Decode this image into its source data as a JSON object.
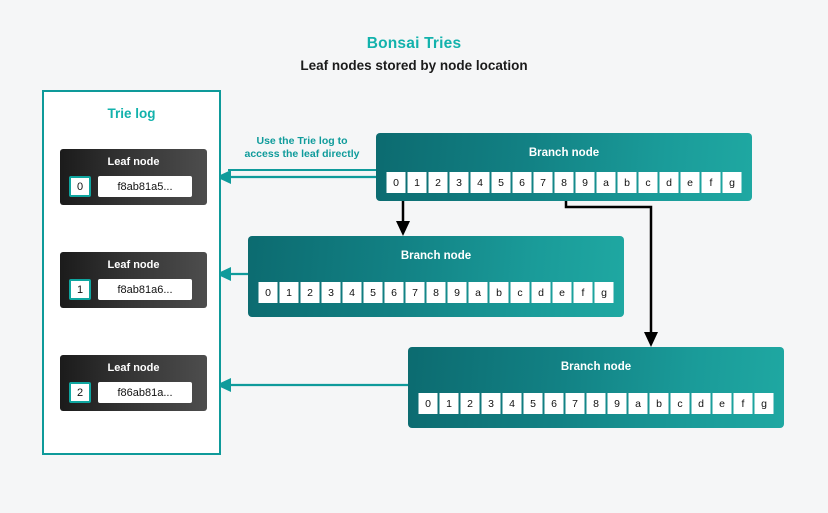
{
  "header": {
    "title": "Bonsai Tries",
    "subtitle": "Leaf nodes stored by node location"
  },
  "colors": {
    "accent_teal": "#12b2ac",
    "branch_teal_dark": "#0c6b70",
    "branch_teal_light": "#1fa8a2",
    "leaf_dark": "#1b1b1b",
    "background": "#f5f6f7",
    "arrow_black": "#000000"
  },
  "trie_log": {
    "title": "Trie log",
    "leaf_nodes": [
      {
        "label": "Leaf node",
        "index": "0",
        "hash": "f8ab81a5..."
      },
      {
        "label": "Leaf node",
        "index": "1",
        "hash": "f8ab81a6..."
      },
      {
        "label": "Leaf node",
        "index": "2",
        "hash": "f86ab81a..."
      }
    ]
  },
  "annotation": {
    "line1": "Use the Trie log to",
    "line2": "access the leaf directly"
  },
  "branch_nodes": [
    {
      "label": "Branch node",
      "cells": [
        "0",
        "1",
        "2",
        "3",
        "4",
        "5",
        "6",
        "7",
        "8",
        "9",
        "a",
        "b",
        "c",
        "d",
        "e",
        "f",
        "g"
      ]
    },
    {
      "label": "Branch node",
      "cells": [
        "0",
        "1",
        "2",
        "3",
        "4",
        "5",
        "6",
        "7",
        "8",
        "9",
        "a",
        "b",
        "c",
        "d",
        "e",
        "f",
        "g"
      ]
    },
    {
      "label": "Branch node",
      "cells": [
        "0",
        "1",
        "2",
        "3",
        "4",
        "5",
        "6",
        "7",
        "8",
        "9",
        "a",
        "b",
        "c",
        "d",
        "e",
        "f",
        "g"
      ]
    }
  ]
}
